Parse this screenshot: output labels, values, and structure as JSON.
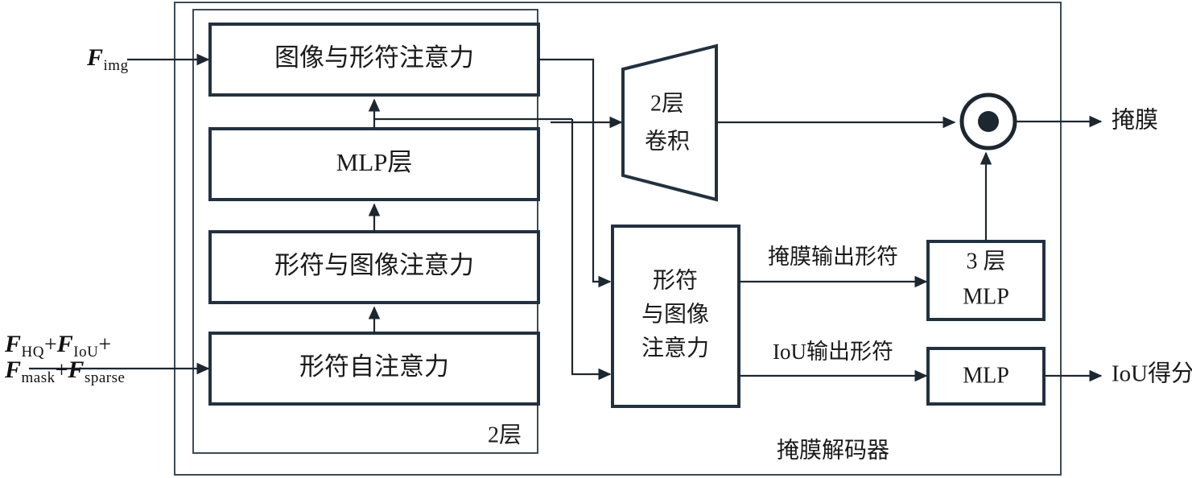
{
  "figure": {
    "title": "Mask decoder architecture diagram",
    "colors": {
      "box_stroke": "#22313f",
      "line": "#1d2730",
      "frame": "#3d4a57",
      "background": "#ffffff"
    }
  },
  "inputs": {
    "image_feature": {
      "symbol": "F",
      "subscript": "img",
      "plain": "F_img"
    },
    "token_sum": {
      "line1_a_symbol": "F",
      "line1_a_sub": "HQ",
      "line1_b_symbol": "F",
      "line1_b_sub": "IoU",
      "line2_a_symbol": "F",
      "line2_a_sub": "mask",
      "line2_b_symbol": "F",
      "line2_b_sub": "sparse",
      "plus": "+",
      "plain": "F_HQ + F_IoU + F_mask + F_sparse"
    }
  },
  "left_stack": {
    "frame_label": "2层",
    "blocks": [
      {
        "id": "image-to-token-attn",
        "label": "图像与形符注意力"
      },
      {
        "id": "mlp-layer",
        "label": "MLP层"
      },
      {
        "id": "token-to-image-attn",
        "label": "形符与图像注意力"
      },
      {
        "id": "token-self-attn",
        "label": "形符自注意力"
      }
    ]
  },
  "right_side": {
    "conv_block": {
      "id": "two-layer-conv",
      "line1": "2层",
      "line2": "卷积"
    },
    "attention_block": {
      "id": "token-image-attention",
      "line1": "形符",
      "line2": "与图像",
      "line3": "注意力"
    },
    "mlp3_block": {
      "id": "three-layer-mlp",
      "line1": "3 层",
      "line2": "MLP"
    },
    "mlp_block": {
      "id": "mlp",
      "label": "MLP"
    },
    "multiply_node": {
      "id": "elementwise-multiply",
      "glyph": "⊙"
    }
  },
  "edge_labels": {
    "mask_output_token": "掩膜输出形符",
    "iou_output_token": "IoU输出形符"
  },
  "outputs": {
    "mask": "掩膜",
    "iou_score": "IoU得分"
  },
  "container": {
    "label": "掩膜解码器"
  }
}
